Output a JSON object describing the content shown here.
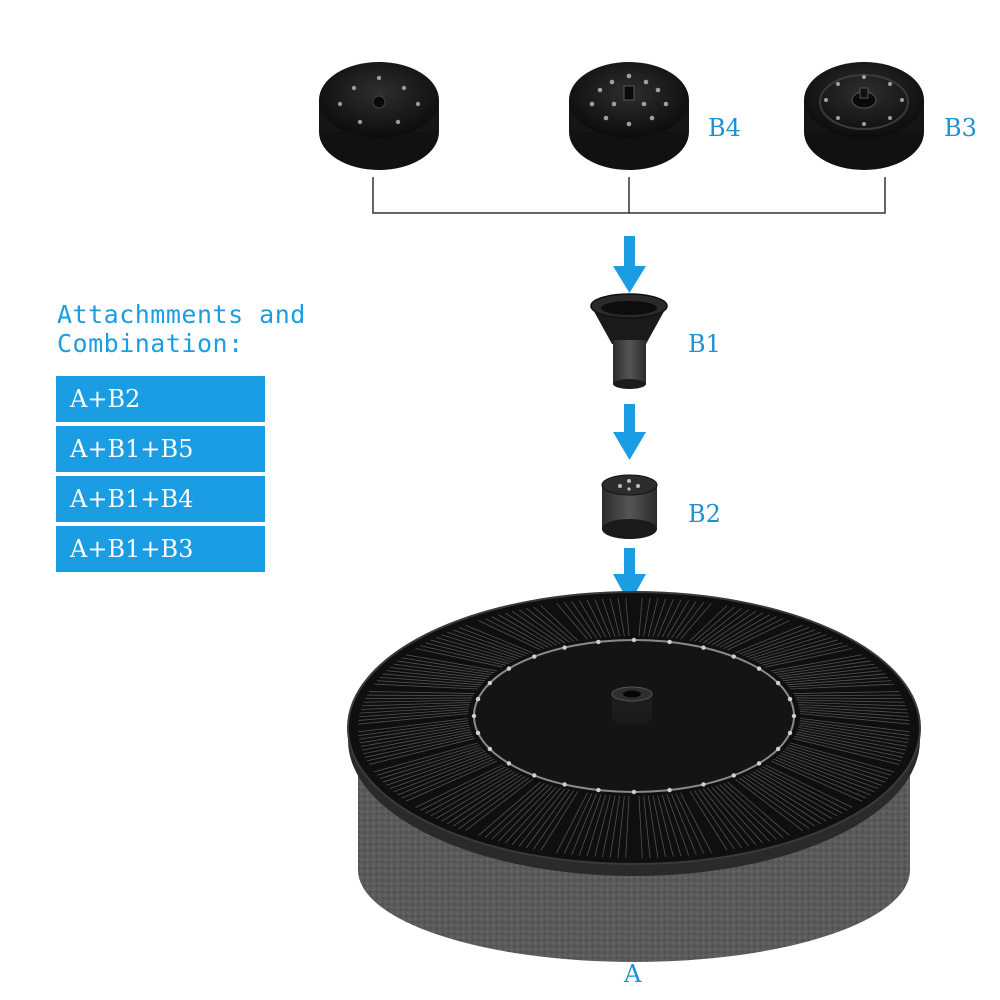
{
  "heading": {
    "line1": "Attachmments and",
    "line2": "Combination:"
  },
  "combinations": [
    "A+B2",
    "A+B1+B5",
    "A+B1+B4",
    "A+B1+B3"
  ],
  "labels": {
    "b4": "B4",
    "b3": "B3",
    "b1": "B1",
    "b2": "B2",
    "a": "A"
  },
  "colors": {
    "accent": "#1a9de3",
    "label": "#1f8fd4",
    "part": "#151515",
    "rim": "#4a4a4a"
  }
}
